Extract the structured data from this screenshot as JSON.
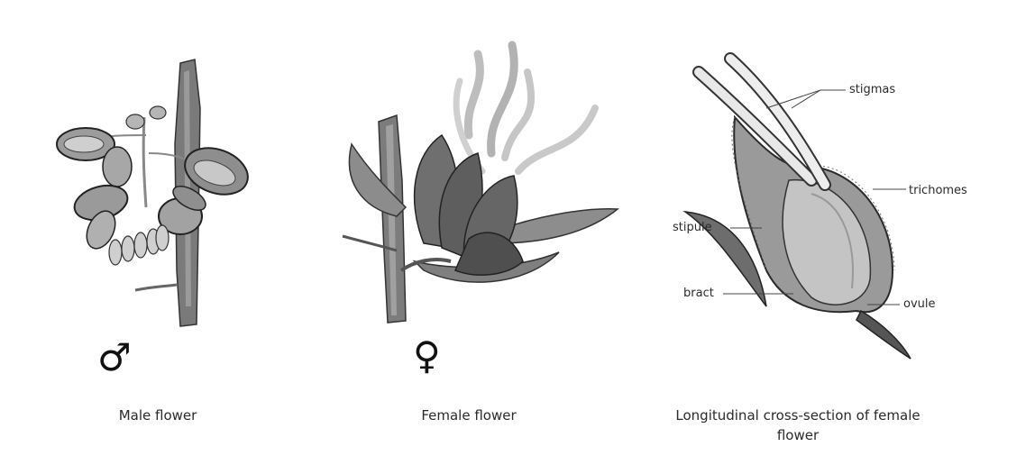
{
  "panels": {
    "male": {
      "symbol": "♂",
      "caption": "Male flower"
    },
    "female": {
      "symbol": "♀",
      "caption": "Female flower"
    },
    "section": {
      "caption_line1": "Longitudinal cross-section of female",
      "caption_line2": "flower",
      "labels": {
        "stigmas": "stigmas",
        "trichomes": "trichomes",
        "stipule": "stipule",
        "bract": "bract",
        "ovule": "ovule"
      }
    }
  },
  "colors": {
    "ink": "#2a2a2a",
    "stem": "#6e6e6e",
    "leaf": "#8a8a8a",
    "light": "#cfcfcf"
  }
}
